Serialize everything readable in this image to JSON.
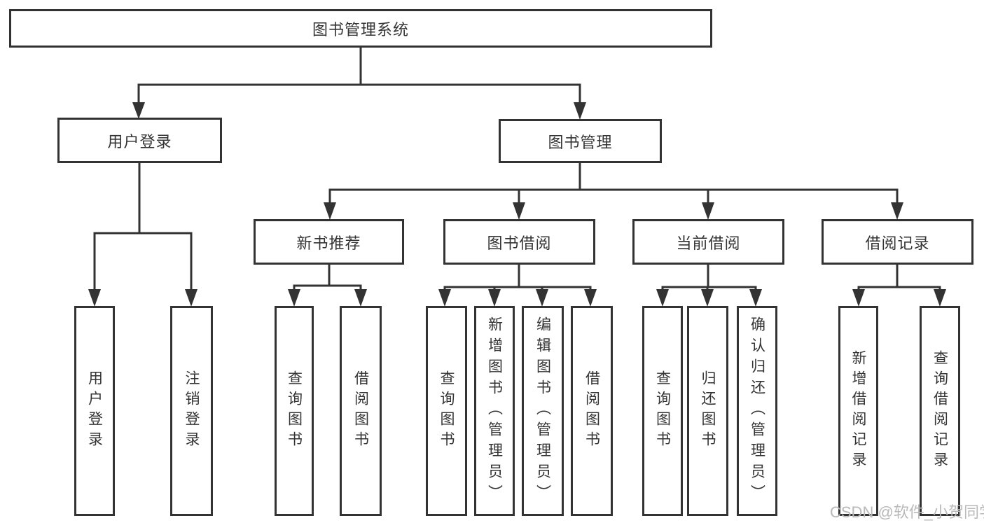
{
  "diagram_title": "图书管理系统",
  "nodes": {
    "root": {
      "label": "图书管理系统"
    },
    "user_login": {
      "label": "用户登录"
    },
    "book_mgmt": {
      "label": "图书管理"
    },
    "new_book_rec": {
      "label": "新书推荐"
    },
    "book_borrow": {
      "label": "图书借阅"
    },
    "current_borrow": {
      "label": "当前借阅"
    },
    "borrow_records": {
      "label": "借阅记录"
    },
    "leaf_user_login": {
      "label": "用户登录"
    },
    "leaf_logout": {
      "label": "注销登录"
    },
    "leaf_nbr_query": {
      "label": "查询图书"
    },
    "leaf_nbr_borrow": {
      "label": "借阅图书"
    },
    "leaf_bb_query": {
      "label": "查询图书"
    },
    "leaf_bb_add": {
      "label": "新增图书（管理员）"
    },
    "leaf_bb_edit": {
      "label": "编辑图书（管理员）"
    },
    "leaf_bb_borrow": {
      "label": "借阅图书"
    },
    "leaf_cb_query": {
      "label": "查询图书"
    },
    "leaf_cb_return": {
      "label": "归还图书"
    },
    "leaf_cb_confirm": {
      "label": "确认归还（管理员）"
    },
    "leaf_br_add": {
      "label": "新增借阅记录"
    },
    "leaf_br_query": {
      "label": "查询借阅记录"
    }
  },
  "hierarchy": {
    "图书管理系统": [
      "用户登录",
      "图书管理"
    ],
    "用户登录": [
      "用户登录",
      "注销登录"
    ],
    "图书管理": [
      "新书推荐",
      "图书借阅",
      "当前借阅",
      "借阅记录"
    ],
    "新书推荐": [
      "查询图书",
      "借阅图书"
    ],
    "图书借阅": [
      "查询图书",
      "新增图书（管理员）",
      "编辑图书（管理员）",
      "借阅图书"
    ],
    "当前借阅": [
      "查询图书",
      "归还图书",
      "确认归还（管理员）"
    ],
    "借阅记录": [
      "新增借阅记录",
      "查询借阅记录"
    ]
  },
  "colors": {
    "line": "#333333",
    "text": "#333333",
    "background": "#ffffff",
    "watermark": "#b9b9b9"
  },
  "watermark": {
    "text": "CSDN @软件_小贺同学"
  }
}
